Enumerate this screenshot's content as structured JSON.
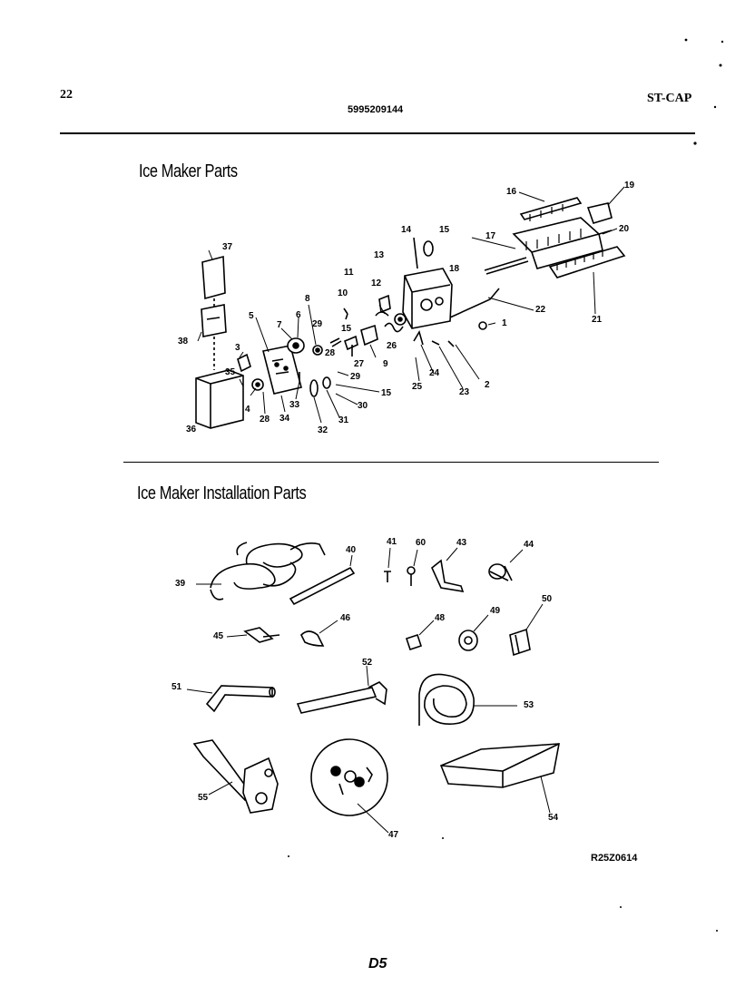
{
  "header": {
    "page_number": "22",
    "part_number": "5995209144",
    "model_code": "ST-CAP"
  },
  "sections": {
    "ice_maker_parts": "Ice Maker Parts",
    "installation_parts": "Ice Maker Installation Parts"
  },
  "callouts_top": [
    "1",
    "2",
    "3",
    "4",
    "5",
    "6",
    "7",
    "8",
    "9",
    "10",
    "11",
    "12",
    "13",
    "14",
    "15",
    "16",
    "17",
    "18",
    "19",
    "20",
    "21",
    "22",
    "23",
    "24",
    "25",
    "26",
    "27",
    "28",
    "29",
    "30",
    "31",
    "32",
    "33",
    "34",
    "35",
    "36",
    "37",
    "38"
  ],
  "callouts_bottom": [
    "39",
    "40",
    "41",
    "43",
    "44",
    "45",
    "46",
    "47",
    "48",
    "49",
    "50",
    "51",
    "52",
    "53",
    "54",
    "55",
    "60"
  ],
  "figure_code": "R25Z0614",
  "page_footer": "D5"
}
